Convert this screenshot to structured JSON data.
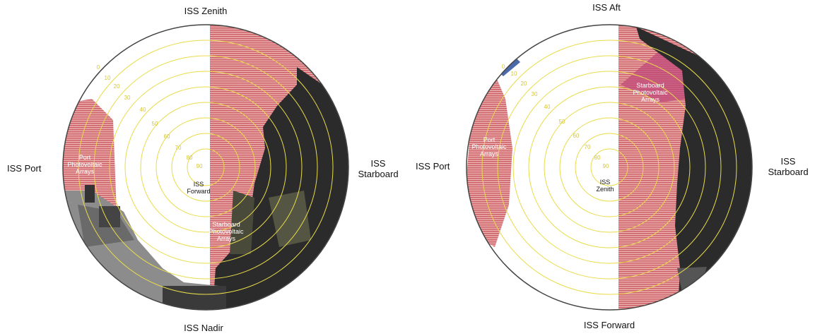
{
  "colors": {
    "ring": "#e8dc4a",
    "array": "#d97a7a",
    "structure": "#2b2b2b",
    "structure_mid": "#555555",
    "sky": "#ffffff"
  },
  "views": [
    {
      "top_label": "ISS Zenith",
      "bottom_label": "ISS Nadir",
      "left_label": "ISS Port",
      "right_label_1": "ISS",
      "right_label_2": "Starboard",
      "center_label_1": "ISS",
      "center_label_2": "Forward",
      "port_array": [
        "Port",
        "Photovoltaic",
        "Arrays"
      ],
      "starboard_array": [
        "Starboard",
        "Photovoltaic",
        "Arrays"
      ],
      "ring_values": [
        "0",
        "10",
        "20",
        "30",
        "40",
        "50",
        "60",
        "70",
        "80",
        "90"
      ]
    },
    {
      "top_label": "ISS Aft",
      "bottom_label": "ISS Forward",
      "left_label": "ISS Port",
      "right_label_1": "ISS",
      "right_label_2": "Starboard",
      "center_label_1": "ISS",
      "center_label_2": "Zenith",
      "port_array": [
        "Port",
        "Photovoltaic",
        "Arrays"
      ],
      "starboard_array": [
        "Starboard",
        "Photovoltaic",
        "Arrays"
      ],
      "ring_values": [
        "0",
        "10",
        "20",
        "30",
        "40",
        "50",
        "60",
        "70",
        "80",
        "90"
      ]
    }
  ]
}
